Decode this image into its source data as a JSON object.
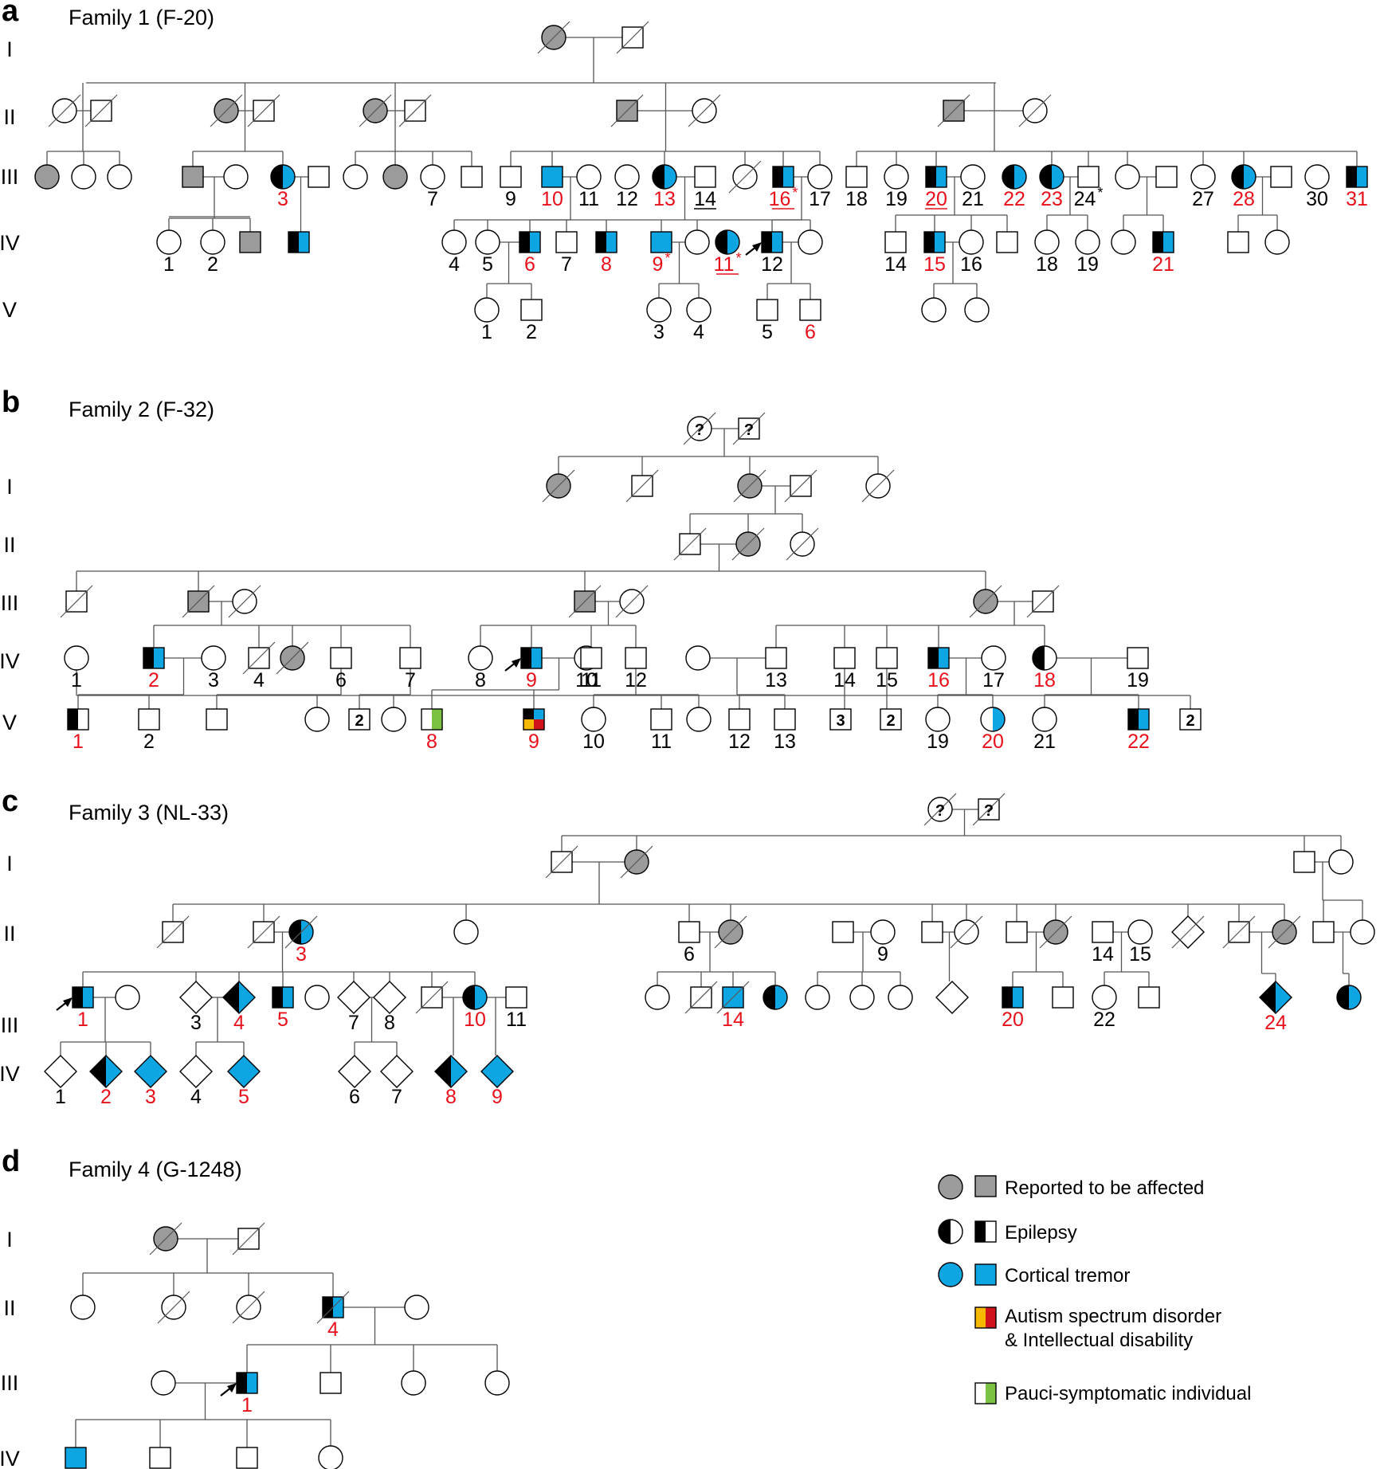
{
  "colors": {
    "reported": "#9b9b9b",
    "epilepsy": "#000000",
    "tremor": "#0ea5e3",
    "autism_yellow": "#f6b800",
    "autism_red": "#d0131b",
    "pauci_green": "#7cc242",
    "label_red": "#e8101b"
  },
  "panels": [
    {
      "letter": "a",
      "title": "Family 1 (F-20)"
    },
    {
      "letter": "b",
      "title": "Family 2 (F-32)"
    },
    {
      "letter": "c",
      "title": "Family 3 (NL-33)"
    },
    {
      "letter": "d",
      "title": "Family 4 (G-1248)"
    }
  ],
  "generations": {
    "a": [
      "I",
      "II",
      "III",
      "IV",
      "V"
    ],
    "b": [
      "I",
      "II",
      "III",
      "IV",
      "V"
    ],
    "c": [
      "I",
      "II",
      "III",
      "IV"
    ],
    "d": [
      "I",
      "II",
      "III",
      "IV"
    ]
  },
  "legend": [
    {
      "label": "Reported to be affected",
      "kind": "reported"
    },
    {
      "label": "Epilepsy",
      "kind": "epilepsy"
    },
    {
      "label": "Cortical tremor",
      "kind": "tremor"
    },
    {
      "label": "Autism spectrum disorder",
      "label2": "& Intellectual disability",
      "kind": "autism"
    },
    {
      "label": "Pauci-symptomatic individual",
      "kind": "pauci"
    }
  ],
  "individuals": {
    "a": [
      {
        "g": 1,
        "sex": "F",
        "s": "rep",
        "d": 1
      },
      {
        "g": 1,
        "sex": "M",
        "s": "",
        "d": 1
      },
      {
        "g": 2,
        "sex": "F",
        "s": "",
        "d": 1
      },
      {
        "g": 2,
        "sex": "M",
        "s": "",
        "d": 1
      },
      {
        "g": 2,
        "sex": "F",
        "s": "rep",
        "d": 1
      },
      {
        "g": 2,
        "sex": "M",
        "s": "",
        "d": 1
      },
      {
        "g": 2,
        "sex": "F",
        "s": "rep",
        "d": 1
      },
      {
        "g": 2,
        "sex": "M",
        "s": "",
        "d": 1
      },
      {
        "g": 2,
        "sex": "M",
        "s": "rep",
        "d": 1
      },
      {
        "g": 2,
        "sex": "F",
        "s": "",
        "d": 1
      },
      {
        "g": 2,
        "sex": "M",
        "s": "rep",
        "d": 1
      },
      {
        "g": 2,
        "sex": "F",
        "s": "",
        "d": 1
      },
      {
        "g": 3,
        "sex": "F",
        "s": "rep"
      },
      {
        "g": 3,
        "sex": "F",
        "s": ""
      },
      {
        "g": 3,
        "sex": "F",
        "s": ""
      },
      {
        "g": 3,
        "sex": "M",
        "s": "rep"
      },
      {
        "g": 3,
        "sex": "F",
        "s": ""
      },
      {
        "g": 3,
        "sex": "F",
        "s": "epi-tre",
        "n": "3",
        "r": 1
      },
      {
        "g": 3,
        "sex": "M",
        "s": ""
      },
      {
        "g": 3,
        "sex": "F",
        "s": ""
      },
      {
        "g": 3,
        "sex": "F",
        "s": "rep"
      },
      {
        "g": 3,
        "sex": "F",
        "s": "",
        "n": "7"
      },
      {
        "g": 3,
        "sex": "M",
        "s": ""
      },
      {
        "g": 3,
        "sex": "M",
        "s": "",
        "n": "9"
      },
      {
        "g": 3,
        "sex": "M",
        "s": "tre",
        "n": "10",
        "r": 1
      },
      {
        "g": 3,
        "sex": "F",
        "s": "",
        "n": "11"
      },
      {
        "g": 3,
        "sex": "F",
        "s": "",
        "n": "12"
      },
      {
        "g": 3,
        "sex": "F",
        "s": "epi-tre",
        "n": "13",
        "r": 1
      },
      {
        "g": 3,
        "sex": "M",
        "s": "",
        "n": "14",
        "u": 1
      },
      {
        "g": 3,
        "sex": "F",
        "s": "",
        "d": 1
      },
      {
        "g": 3,
        "sex": "M",
        "s": "epi-tre",
        "n": "16",
        "r": 1,
        "u": 1,
        "st": 1
      },
      {
        "g": 3,
        "sex": "F",
        "s": "",
        "n": "17"
      },
      {
        "g": 3,
        "sex": "M",
        "s": "",
        "n": "18"
      },
      {
        "g": 3,
        "sex": "F",
        "s": "",
        "n": "19"
      },
      {
        "g": 3,
        "sex": "M",
        "s": "epi-tre",
        "n": "20",
        "r": 1,
        "u": 1
      },
      {
        "g": 3,
        "sex": "F",
        "s": "",
        "n": "21"
      },
      {
        "g": 3,
        "sex": "F",
        "s": "epi-tre",
        "n": "22",
        "r": 1
      },
      {
        "g": 3,
        "sex": "F",
        "s": "epi-tre",
        "n": "23",
        "r": 1
      },
      {
        "g": 3,
        "sex": "M",
        "s": "",
        "n": "24",
        "st": 1
      },
      {
        "g": 3,
        "sex": "F",
        "s": ""
      },
      {
        "g": 3,
        "sex": "M",
        "s": ""
      },
      {
        "g": 3,
        "sex": "F",
        "s": "",
        "n": "27"
      },
      {
        "g": 3,
        "sex": "F",
        "s": "epi-tre",
        "n": "28",
        "r": 1
      },
      {
        "g": 3,
        "sex": "M",
        "s": ""
      },
      {
        "g": 3,
        "sex": "F",
        "s": "",
        "n": "30"
      },
      {
        "g": 3,
        "sex": "M",
        "s": "epi-tre",
        "n": "31",
        "r": 1
      },
      {
        "g": 4,
        "sex": "F",
        "s": "",
        "n": "1"
      },
      {
        "g": 4,
        "sex": "F",
        "s": "",
        "n": "2"
      },
      {
        "g": 4,
        "sex": "M",
        "s": "rep"
      },
      {
        "g": 4,
        "sex": "M",
        "s": "epi-tre"
      },
      {
        "g": 4,
        "sex": "F",
        "s": "",
        "n": "4"
      },
      {
        "g": 4,
        "sex": "F",
        "s": "",
        "n": "5"
      },
      {
        "g": 4,
        "sex": "M",
        "s": "epi-tre",
        "n": "6",
        "r": 1
      },
      {
        "g": 4,
        "sex": "M",
        "s": "",
        "n": "7"
      },
      {
        "g": 4,
        "sex": "M",
        "s": "epi-tre",
        "n": "8",
        "r": 1
      },
      {
        "g": 4,
        "sex": "M",
        "s": "tre",
        "n": "9",
        "r": 1,
        "st": 1
      },
      {
        "g": 4,
        "sex": "F",
        "s": ""
      },
      {
        "g": 4,
        "sex": "F",
        "s": "epi-tre",
        "n": "11",
        "r": 1,
        "u": 1,
        "st": 1
      },
      {
        "g": 4,
        "sex": "M",
        "s": "epi-tre",
        "n": "12",
        "p": 1
      },
      {
        "g": 4,
        "sex": "F",
        "s": ""
      },
      {
        "g": 4,
        "sex": "M",
        "s": "",
        "n": "14"
      },
      {
        "g": 4,
        "sex": "M",
        "s": "epi-tre",
        "n": "15",
        "r": 1
      },
      {
        "g": 4,
        "sex": "F",
        "s": "",
        "n": "16"
      },
      {
        "g": 4,
        "sex": "M",
        "s": ""
      },
      {
        "g": 4,
        "sex": "F",
        "s": "",
        "n": "18"
      },
      {
        "g": 4,
        "sex": "F",
        "s": "",
        "n": "19"
      },
      {
        "g": 4,
        "sex": "F",
        "s": ""
      },
      {
        "g": 4,
        "sex": "M",
        "s": "epi-tre",
        "n": "21",
        "r": 1
      },
      {
        "g": 4,
        "sex": "M",
        "s": ""
      },
      {
        "g": 4,
        "sex": "F",
        "s": ""
      },
      {
        "g": 5,
        "sex": "F",
        "s": "",
        "n": "1"
      },
      {
        "g": 5,
        "sex": "M",
        "s": "",
        "n": "2"
      },
      {
        "g": 5,
        "sex": "F",
        "s": "",
        "n": "3"
      },
      {
        "g": 5,
        "sex": "F",
        "s": "",
        "n": "4"
      },
      {
        "g": 5,
        "sex": "M",
        "s": "",
        "n": "5"
      },
      {
        "g": 5,
        "sex": "M",
        "s": "",
        "n": "6",
        "r": 1
      },
      {
        "g": 5,
        "sex": "F",
        "s": ""
      },
      {
        "g": 5,
        "sex": "F",
        "s": ""
      }
    ],
    "b": [
      {
        "g": 0,
        "sex": "F",
        "s": "",
        "d": 1,
        "inner": "?"
      },
      {
        "g": 0,
        "sex": "M",
        "s": "",
        "d": 1,
        "inner": "?"
      },
      {
        "g": 1,
        "sex": "F",
        "s": "rep",
        "d": 1
      },
      {
        "g": 1,
        "sex": "M",
        "s": "",
        "d": 1
      },
      {
        "g": 1,
        "sex": "F",
        "s": "rep",
        "d": 1
      },
      {
        "g": 1,
        "sex": "M",
        "s": "",
        "d": 1
      },
      {
        "g": 1,
        "sex": "F",
        "s": "",
        "d": 1
      },
      {
        "g": 2,
        "sex": "M",
        "s": "",
        "d": 1
      },
      {
        "g": 2,
        "sex": "F",
        "s": "rep",
        "d": 1
      },
      {
        "g": 2,
        "sex": "F",
        "s": "",
        "d": 1
      },
      {
        "g": 3,
        "sex": "M",
        "s": "",
        "d": 1
      },
      {
        "g": 3,
        "sex": "M",
        "s": "rep",
        "d": 1
      },
      {
        "g": 3,
        "sex": "F",
        "s": "",
        "d": 1
      },
      {
        "g": 3,
        "sex": "M",
        "s": "rep",
        "d": 1
      },
      {
        "g": 3,
        "sex": "F",
        "s": "",
        "d": 1
      },
      {
        "g": 3,
        "sex": "F",
        "s": "rep",
        "d": 1
      },
      {
        "g": 3,
        "sex": "M",
        "s": "",
        "d": 1
      },
      {
        "g": 4,
        "sex": "F",
        "s": "",
        "n": "1"
      },
      {
        "g": 4,
        "sex": "M",
        "s": "epi-tre",
        "n": "2",
        "r": 1
      },
      {
        "g": 4,
        "sex": "F",
        "s": "",
        "n": "3"
      },
      {
        "g": 4,
        "sex": "M",
        "s": "",
        "n": "4",
        "d": 1
      },
      {
        "g": 4,
        "sex": "F",
        "s": "rep",
        "d": 1
      },
      {
        "g": 4,
        "sex": "M",
        "s": "",
        "n": "6"
      },
      {
        "g": 4,
        "sex": "M",
        "s": "",
        "n": "7"
      },
      {
        "g": 4,
        "sex": "F",
        "s": "",
        "n": "8"
      },
      {
        "g": 4,
        "sex": "M",
        "s": "epi-tre",
        "n": "9",
        "r": 1,
        "p": 1
      },
      {
        "g": 4,
        "sex": "F",
        "s": "",
        "n": "10"
      },
      {
        "g": 4,
        "sex": "M",
        "s": "",
        "n": "11"
      },
      {
        "g": 4,
        "sex": "M",
        "s": "",
        "n": "12"
      },
      {
        "g": 4,
        "sex": "F",
        "s": ""
      },
      {
        "g": 4,
        "sex": "M",
        "s": "",
        "n": "13"
      },
      {
        "g": 4,
        "sex": "M",
        "s": "",
        "n": "14"
      },
      {
        "g": 4,
        "sex": "M",
        "s": "",
        "n": "15"
      },
      {
        "g": 4,
        "sex": "M",
        "s": "epi-tre",
        "n": "16",
        "r": 1
      },
      {
        "g": 4,
        "sex": "F",
        "s": "",
        "n": "17"
      },
      {
        "g": 4,
        "sex": "F",
        "s": "epi",
        "n": "18",
        "r": 1
      },
      {
        "g": 4,
        "sex": "M",
        "s": "",
        "n": "19"
      },
      {
        "g": 5,
        "sex": "M",
        "s": "",
        "inner": "2"
      },
      {
        "g": 5,
        "sex": "M",
        "s": "epi",
        "n": "1",
        "r": 1
      },
      {
        "g": 5,
        "sex": "M",
        "s": "",
        "n": "2"
      },
      {
        "g": 5,
        "sex": "M",
        "s": ""
      },
      {
        "g": 5,
        "sex": "F",
        "s": ""
      },
      {
        "g": 5,
        "sex": "M",
        "s": "",
        "inner": "2"
      },
      {
        "g": 5,
        "sex": "F",
        "s": ""
      },
      {
        "g": 5,
        "sex": "M",
        "s": "pauci",
        "n": "8",
        "r": 1
      },
      {
        "g": 5,
        "sex": "M",
        "s": "autism",
        "n": "9",
        "r": 1
      },
      {
        "g": 5,
        "sex": "F",
        "s": "",
        "n": "10"
      },
      {
        "g": 5,
        "sex": "M",
        "s": "",
        "n": "11"
      },
      {
        "g": 5,
        "sex": "F",
        "s": ""
      },
      {
        "g": 5,
        "sex": "M",
        "s": "",
        "n": "12"
      },
      {
        "g": 5,
        "sex": "M",
        "s": "",
        "n": "13"
      },
      {
        "g": 5,
        "sex": "M",
        "s": "",
        "inner": "3"
      },
      {
        "g": 5,
        "sex": "M",
        "s": "",
        "inner": "2"
      },
      {
        "g": 5,
        "sex": "F",
        "s": "",
        "n": "19"
      },
      {
        "g": 5,
        "sex": "F",
        "s": "tre-right",
        "n": "20",
        "r": 1
      },
      {
        "g": 5,
        "sex": "F",
        "s": "",
        "n": "21"
      },
      {
        "g": 5,
        "sex": "M",
        "s": "epi-tre",
        "n": "22",
        "r": 1
      }
    ],
    "c": [
      {
        "g": 0,
        "sex": "F",
        "s": "",
        "d": 1,
        "inner": "?"
      },
      {
        "g": 0,
        "sex": "M",
        "s": "",
        "d": 1,
        "inner": "?"
      },
      {
        "g": 1,
        "sex": "M",
        "s": "",
        "d": 1
      },
      {
        "g": 1,
        "sex": "F",
        "s": "rep",
        "d": 1
      },
      {
        "g": 1,
        "sex": "M",
        "s": ""
      },
      {
        "g": 1,
        "sex": "F",
        "s": ""
      },
      {
        "g": 2,
        "sex": "M",
        "s": "",
        "d": 1
      },
      {
        "g": 2,
        "sex": "M",
        "s": "",
        "d": 1
      },
      {
        "g": 2,
        "sex": "F",
        "s": "epi-tre",
        "n": "3",
        "r": 1,
        "d": 1
      },
      {
        "g": 2,
        "sex": "F",
        "s": ""
      },
      {
        "g": 2,
        "sex": "M",
        "s": "",
        "n": "6"
      },
      {
        "g": 2,
        "sex": "F",
        "s": "rep",
        "d": 1
      },
      {
        "g": 2,
        "sex": "M",
        "s": ""
      },
      {
        "g": 2,
        "sex": "F",
        "s": "",
        "n": "9"
      },
      {
        "g": 2,
        "sex": "M",
        "s": ""
      },
      {
        "g": 2,
        "sex": "F",
        "s": "",
        "d": 1
      },
      {
        "g": 2,
        "sex": "M",
        "s": ""
      },
      {
        "g": 2,
        "sex": "F",
        "s": "rep",
        "d": 1
      },
      {
        "g": 2,
        "sex": "M",
        "s": "",
        "n": "14"
      },
      {
        "g": 2,
        "sex": "F",
        "s": "",
        "n": "15"
      },
      {
        "g": 2,
        "sex": "U",
        "s": "",
        "d": 1
      },
      {
        "g": 2,
        "sex": "M",
        "s": "",
        "d": 1
      },
      {
        "g": 2,
        "sex": "F",
        "s": "rep",
        "d": 1
      },
      {
        "g": 2,
        "sex": "M",
        "s": ""
      },
      {
        "g": 2,
        "sex": "F",
        "s": ""
      },
      {
        "g": 3,
        "sex": "M",
        "s": "epi-tre",
        "n": "1",
        "r": 1,
        "p": 1
      },
      {
        "g": 3,
        "sex": "F",
        "s": ""
      },
      {
        "g": 3,
        "sex": "U",
        "s": "",
        "n": "3"
      },
      {
        "g": 3,
        "sex": "U",
        "s": "epi-tre",
        "n": "4",
        "r": 1
      },
      {
        "g": 3,
        "sex": "M",
        "s": "epi-tre",
        "n": "5",
        "r": 1
      },
      {
        "g": 3,
        "sex": "F",
        "s": ""
      },
      {
        "g": 3,
        "sex": "U",
        "s": "",
        "n": "7"
      },
      {
        "g": 3,
        "sex": "U",
        "s": "",
        "n": "8"
      },
      {
        "g": 3,
        "sex": "M",
        "s": "",
        "d": 1
      },
      {
        "g": 3,
        "sex": "F",
        "s": "epi-tre",
        "n": "10",
        "r": 1
      },
      {
        "g": 3,
        "sex": "M",
        "s": "",
        "n": "11"
      },
      {
        "g": 3,
        "sex": "F",
        "s": ""
      },
      {
        "g": 3,
        "sex": "M",
        "s": "",
        "d": 1
      },
      {
        "g": 3,
        "sex": "M",
        "s": "tre",
        "n": "14",
        "r": 1,
        "d": 1
      },
      {
        "g": 3,
        "sex": "F",
        "s": "epi-tre"
      },
      {
        "g": 3,
        "sex": "F",
        "s": ""
      },
      {
        "g": 3,
        "sex": "F",
        "s": ""
      },
      {
        "g": 3,
        "sex": "F",
        "s": ""
      },
      {
        "g": 3,
        "sex": "U",
        "s": ""
      },
      {
        "g": 3,
        "sex": "M",
        "s": "epi-tre",
        "n": "20",
        "r": 1
      },
      {
        "g": 3,
        "sex": "M",
        "s": ""
      },
      {
        "g": 3,
        "sex": "F",
        "s": "",
        "n": "22"
      },
      {
        "g": 3,
        "sex": "M",
        "s": ""
      },
      {
        "g": 3,
        "sex": "U",
        "s": "epi-tre",
        "n": "24",
        "r": 1
      },
      {
        "g": 3,
        "sex": "F",
        "s": "epi-tre"
      },
      {
        "g": 4,
        "sex": "U",
        "s": "",
        "n": "1"
      },
      {
        "g": 4,
        "sex": "U",
        "s": "epi-tre",
        "n": "2",
        "r": 1
      },
      {
        "g": 4,
        "sex": "U",
        "s": "tre",
        "n": "3",
        "r": 1
      },
      {
        "g": 4,
        "sex": "U",
        "s": "",
        "n": "4"
      },
      {
        "g": 4,
        "sex": "U",
        "s": "tre",
        "n": "5",
        "r": 1
      },
      {
        "g": 4,
        "sex": "U",
        "s": "",
        "n": "6"
      },
      {
        "g": 4,
        "sex": "U",
        "s": "",
        "n": "7"
      },
      {
        "g": 4,
        "sex": "U",
        "s": "epi-tre",
        "n": "8",
        "r": 1
      },
      {
        "g": 4,
        "sex": "U",
        "s": "tre",
        "n": "9",
        "r": 1
      }
    ],
    "d": [
      {
        "g": 1,
        "sex": "F",
        "s": "rep",
        "d": 1
      },
      {
        "g": 1,
        "sex": "M",
        "s": "",
        "d": 1
      },
      {
        "g": 2,
        "sex": "F",
        "s": ""
      },
      {
        "g": 2,
        "sex": "F",
        "s": "",
        "d": 1
      },
      {
        "g": 2,
        "sex": "F",
        "s": "",
        "d": 1
      },
      {
        "g": 2,
        "sex": "M",
        "s": "epi-tre",
        "n": "4",
        "r": 1,
        "d": 1
      },
      {
        "g": 2,
        "sex": "F",
        "s": ""
      },
      {
        "g": 3,
        "sex": "F",
        "s": ""
      },
      {
        "g": 3,
        "sex": "M",
        "s": "epi-tre",
        "n": "1",
        "r": 1,
        "p": 1
      },
      {
        "g": 3,
        "sex": "M",
        "s": ""
      },
      {
        "g": 3,
        "sex": "F",
        "s": ""
      },
      {
        "g": 3,
        "sex": "F",
        "s": ""
      },
      {
        "g": 4,
        "sex": "M",
        "s": "tre"
      },
      {
        "g": 4,
        "sex": "M",
        "s": ""
      },
      {
        "g": 4,
        "sex": "M",
        "s": ""
      },
      {
        "g": 4,
        "sex": "F",
        "s": ""
      }
    ]
  }
}
